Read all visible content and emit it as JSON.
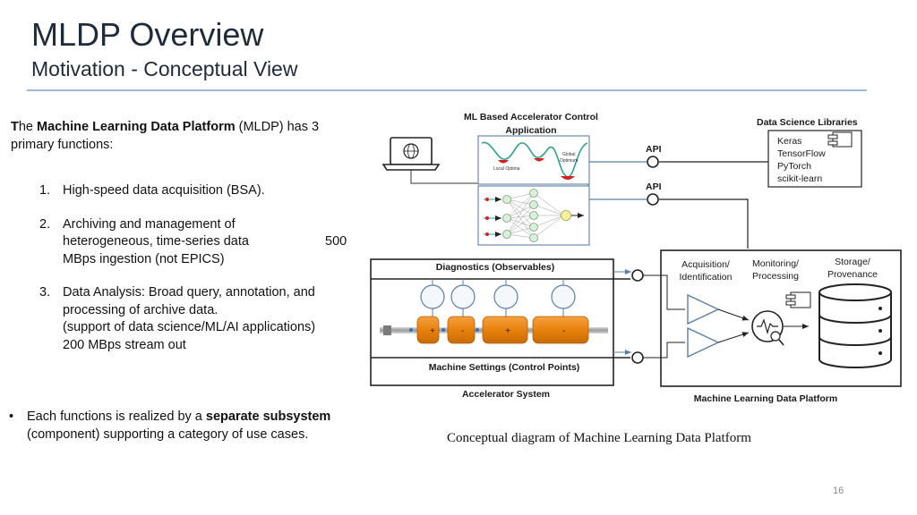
{
  "header": {
    "title": "MLDP Overview",
    "subtitle": "Motivation - Conceptual View"
  },
  "intro": {
    "t_cap": "T",
    "rest1": "he ",
    "bold": "Machine Learning Data Platform",
    "rest2": " (MLDP) has 3 primary functions:"
  },
  "functions": [
    {
      "num": "1.",
      "text": "High-speed data acquisition (BSA)."
    },
    {
      "num": "2.",
      "text": "Archiving and management of heterogeneous, time-series data",
      "extra": "500",
      "extra2": "MBps ingestion (not EPICS)"
    },
    {
      "num": "3.",
      "text": "Data Analysis: Broad query, annotation, and processing of archive data.",
      "extra": "(support of data science/ML/AI applications)",
      "extra2": "200 MBps stream out"
    }
  ],
  "bullet": {
    "dot": "•",
    "pre": "Each functions is realized by a ",
    "bold": "separate subsystem",
    "post": " (component) supporting a category of use cases."
  },
  "diagram": {
    "ml_app_l1": "ML Based Accelerator Control",
    "ml_app_l2": "Application",
    "global_optimum_l1": "Global",
    "global_optimum_l2": "Optimum",
    "local_optima": "Local Optima",
    "ds_libs_title": "Data Science Libraries",
    "ds_libs": [
      "Keras",
      "TensorFlow",
      "PyTorch",
      "scikit-learn"
    ],
    "api1": "API",
    "api2": "API",
    "diagnostics": "Diagnostics (Observables)",
    "machine_settings": "Machine Settings (Control Points)",
    "accelerator_system": "Accelerator System",
    "acquisition_l1": "Acquisition/",
    "acquisition_l2": "Identification",
    "monitoring_l1": "Monitoring/",
    "monitoring_l2": "Processing",
    "storage_l1": "Storage/",
    "storage_l2": "Provenance",
    "mldp_label": "Machine Learning Data Platform",
    "magnet_signs": [
      "+",
      "-",
      "+",
      "-"
    ]
  },
  "caption": "Conceptual diagram of Machine Learning  Data Platform",
  "page_number": "16",
  "colors": {
    "magnet": "#e8820c",
    "title": "#1f2b3a",
    "rule": "#9bb8d6",
    "curve": "#2fa08c",
    "optimum": "#d62020"
  }
}
